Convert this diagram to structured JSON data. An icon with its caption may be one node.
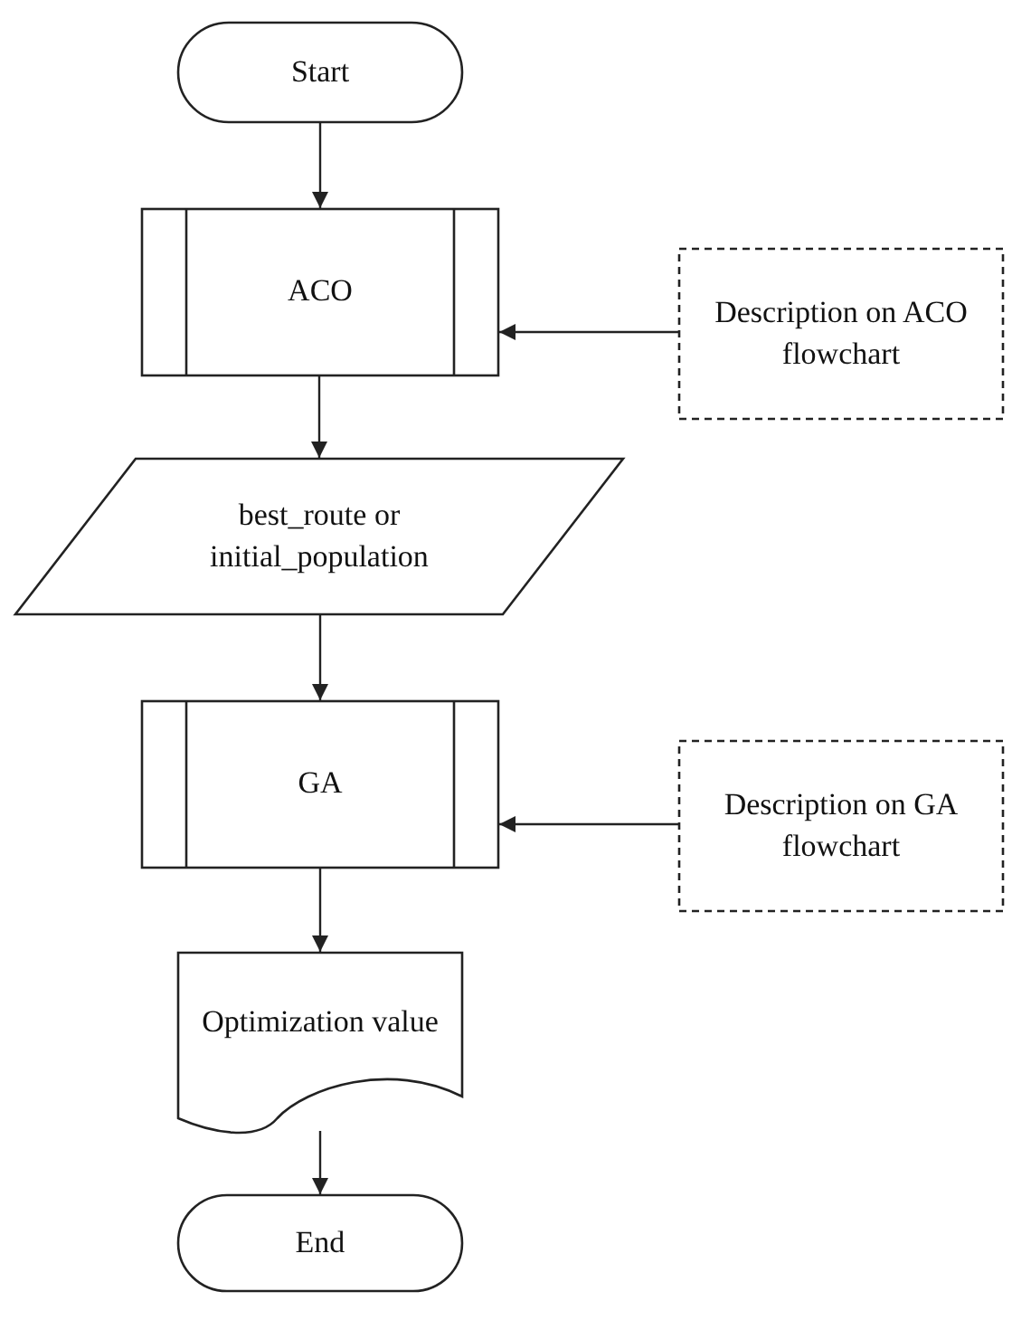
{
  "diagram": {
    "nodes": [
      {
        "text": [
          "Start"
        ]
      },
      {
        "text": [
          "ACO"
        ]
      },
      {
        "text": [
          "Description on ACO flowchart"
        ]
      },
      {
        "text": [
          "best_route or initial_population"
        ]
      },
      {
        "text": [
          "GA"
        ]
      },
      {
        "text": [
          "Description on GA flowchart"
        ]
      },
      {
        "text": [
          "Optimization value"
        ]
      },
      {
        "text": [
          "End"
        ]
      }
    ],
    "edges": [
      {
        "from": 0,
        "to": 1,
        "arrow": "to"
      },
      {
        "from": 1,
        "to": 3,
        "arrow": "to"
      },
      {
        "from": 3,
        "to": 4,
        "arrow": "to"
      },
      {
        "from": 4,
        "to": 6,
        "arrow": "to"
      },
      {
        "from": 6,
        "to": 7,
        "arrow": "to"
      },
      {
        "from": 2,
        "to": 1,
        "arrow": "to"
      },
      {
        "from": 5,
        "to": 4,
        "arrow": "to"
      }
    ]
  }
}
